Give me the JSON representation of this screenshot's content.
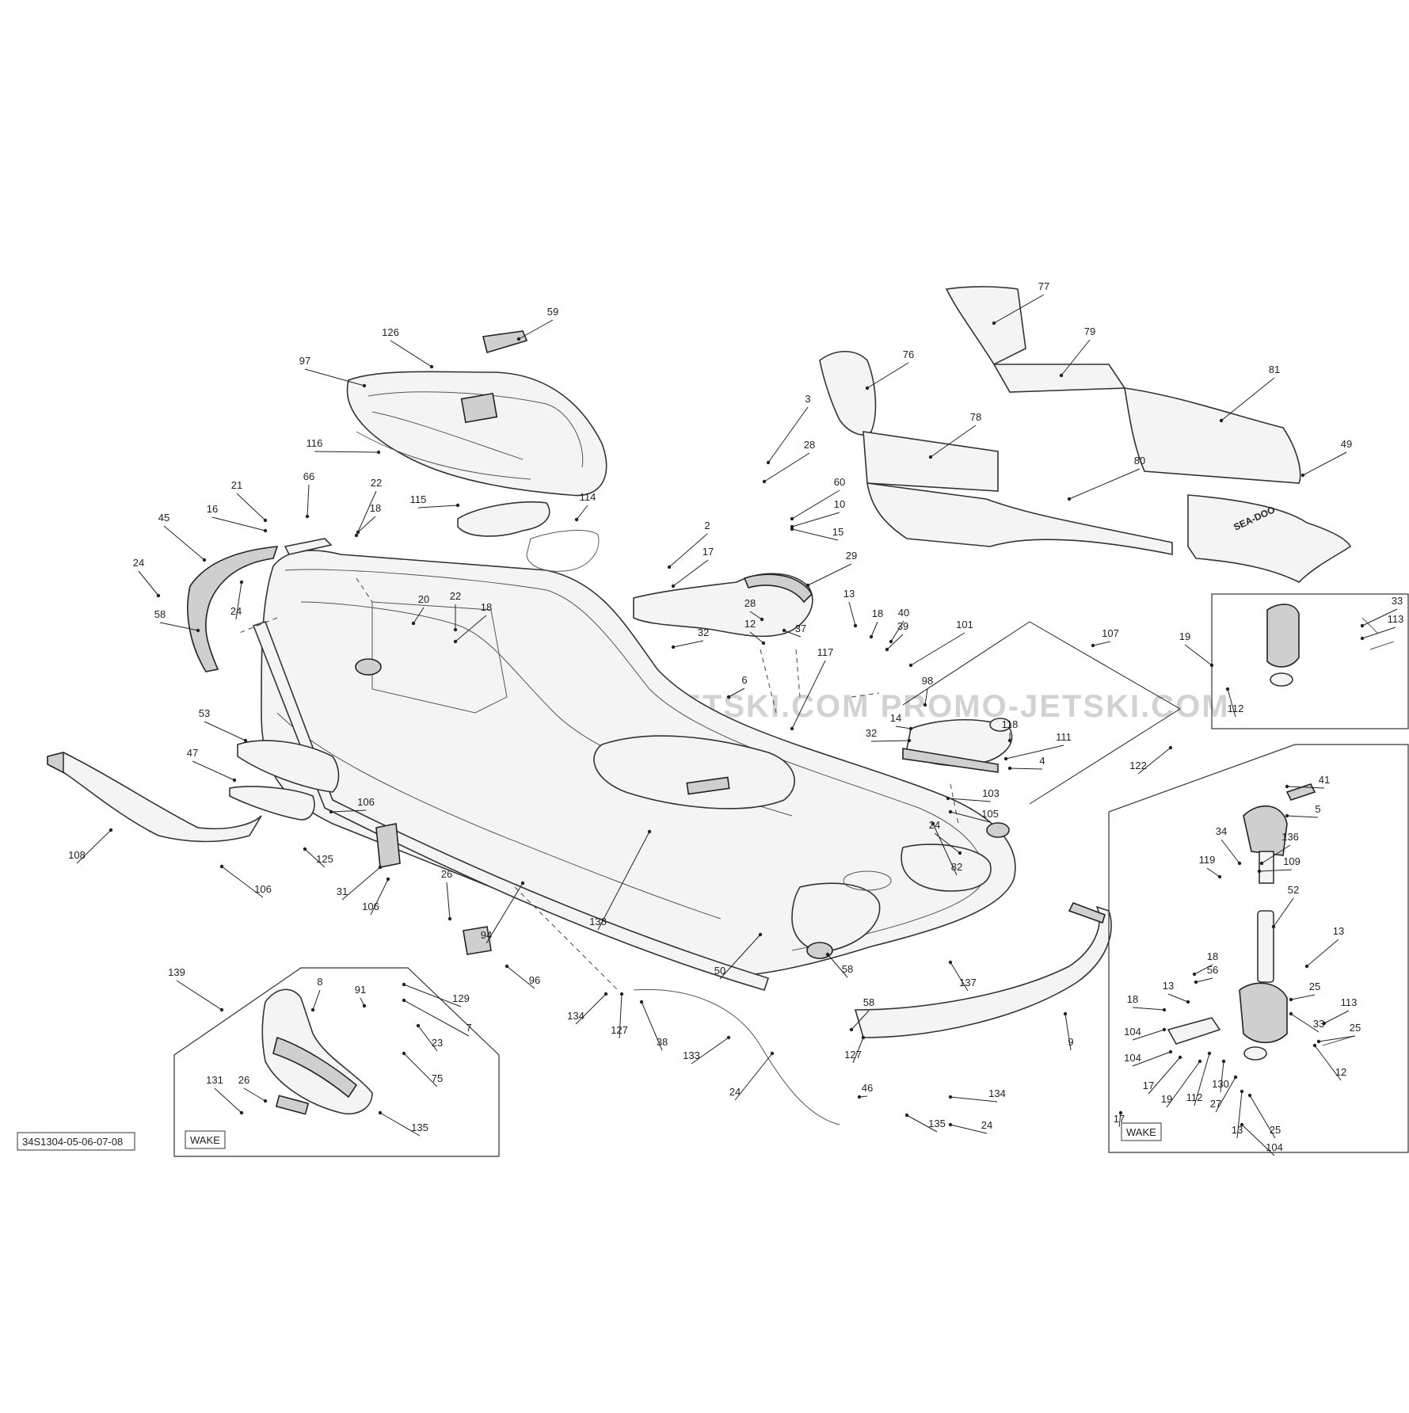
{
  "diagram": {
    "drawing_code": "34S1304-05-06-07-08",
    "watermark": "JETSKI.COM PROMO-JETSKI.COM PROMO-JETSKI.COM",
    "inset_tags": [
      "WAKE",
      "WAKE"
    ],
    "callouts": [
      "59",
      "126",
      "97",
      "116",
      "77",
      "79",
      "76",
      "81",
      "78",
      "80",
      "49",
      "3",
      "28",
      "60",
      "10",
      "15",
      "2",
      "17",
      "29",
      "21",
      "16",
      "66",
      "22",
      "18",
      "45",
      "24",
      "115",
      "114",
      "24",
      "58",
      "20",
      "22",
      "18",
      "32",
      "28",
      "12",
      "13",
      "18",
      "40",
      "39",
      "101",
      "37",
      "6",
      "117",
      "98",
      "118",
      "14",
      "32",
      "111",
      "4",
      "107",
      "33",
      "113",
      "19",
      "112",
      "122",
      "53",
      "47",
      "106",
      "125",
      "108",
      "106",
      "31",
      "106",
      "103",
      "105",
      "82",
      "41",
      "5",
      "34",
      "136",
      "119",
      "109",
      "52",
      "26",
      "94",
      "138",
      "96",
      "50",
      "58",
      "24",
      "137",
      "139",
      "8",
      "91",
      "129",
      "7",
      "23",
      "75",
      "26",
      "131",
      "135",
      "134",
      "127",
      "38",
      "133",
      "24",
      "58",
      "127",
      "135",
      "134",
      "46",
      "24",
      "17",
      "9",
      "13",
      "18",
      "56",
      "13",
      "18",
      "104",
      "25",
      "104",
      "33",
      "113",
      "25",
      "12",
      "17",
      "19",
      "112",
      "130",
      "27",
      "13",
      "25",
      "104"
    ]
  }
}
